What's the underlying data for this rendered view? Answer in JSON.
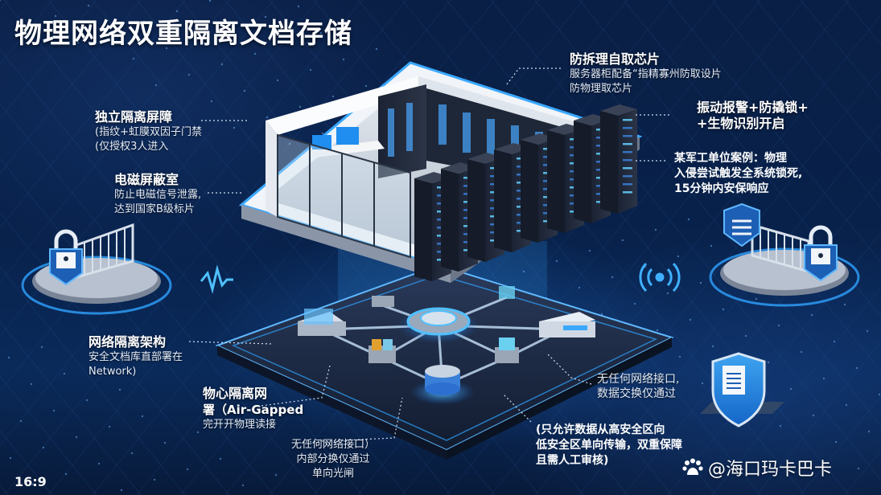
{
  "title": "物理网络双重隔离文档存储",
  "aspect_ratio_label": "16:9",
  "watermark": {
    "icon": "baidu-paw-icon",
    "text": "@海口玛卡巴卡"
  },
  "callouts": {
    "isolation_barrier": {
      "heading": "独立隔离屏障",
      "lines": [
        "(指纹+虹膜双因子门禁",
        "(仅授权3人进入"
      ]
    },
    "em_shield_room": {
      "heading": "电磁屏蔽室",
      "lines": [
        "防止电磁信号泄露,",
        "达到国家B级标片"
      ]
    },
    "anti_tamper_chip": {
      "heading": "防拆理自取芯片",
      "lines": [
        "服务器柜配备“指精寡州防取设片",
        "防物理取芯片"
      ]
    },
    "vibration_alarm": {
      "lines": [
        "振动报警+防撬锁+",
        "+生物识别开启"
      ]
    },
    "military_case": {
      "lines": [
        "某军工单位案例：物理",
        "入侵尝试触发全系统锁死,",
        "15分钟内安保响应"
      ]
    },
    "network_isolation": {
      "heading": "网络隔离架构",
      "lines": [
        "安全文档库直部署在",
        "Network)"
      ]
    },
    "air_gapped": {
      "heading": "物心隔离网",
      "lines": [
        "署（Air-Gapped",
        "完开开物理读接"
      ]
    },
    "no_interface_bottom": {
      "lines": [
        "无任何网络接口）",
        "内部分换仅通过",
        "单向光闸"
      ]
    },
    "no_interface_right": {
      "lines": [
        "无任何网络接口,",
        "数据交换仅通过"
      ]
    },
    "one_way": {
      "lines": [
        "(只允许数据从高安全区向",
        "低安全区单向传输，双重保障",
        "且需人工审核)"
      ]
    }
  },
  "icons": [
    "padlock-gate-left-icon",
    "padlock-gate-right-icon",
    "shield-document-icon",
    "wireless-signal-icon",
    "waveform-icon",
    "server-rack-icon",
    "network-hub-icon"
  ],
  "colors": {
    "accent": "#2fa3ff",
    "background": "#0a1f45",
    "text": "#ffffff"
  }
}
